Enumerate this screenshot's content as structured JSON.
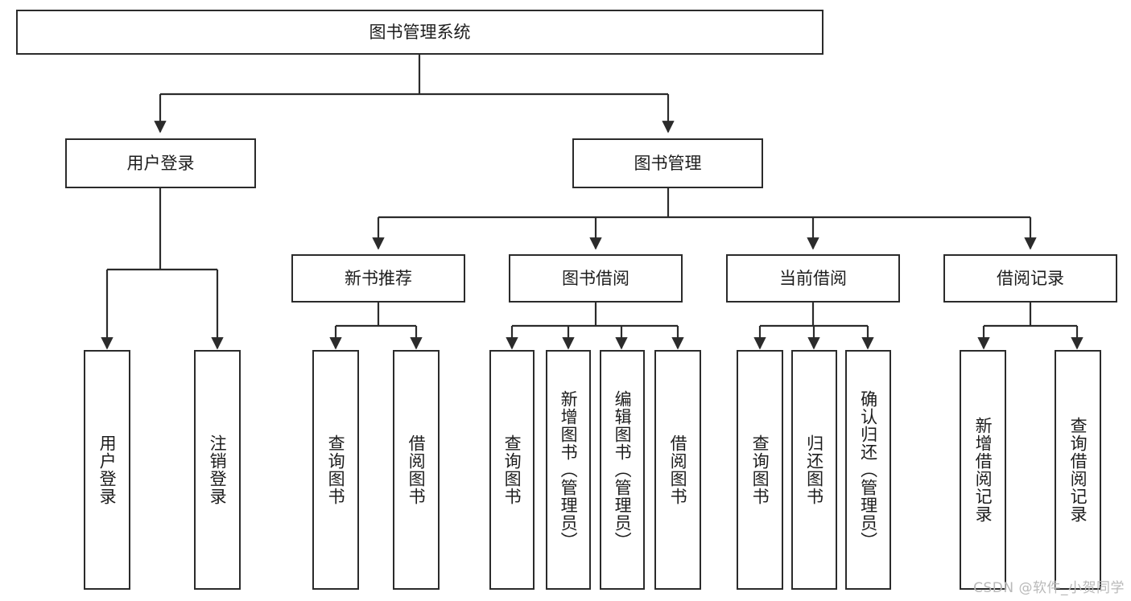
{
  "diagram": {
    "type": "tree-hierarchy",
    "title": "图书管理系统",
    "watermark": "CSDN @软件_小贺同学",
    "colors": {
      "stroke": "#2b2b2b",
      "fill": "#ffffff",
      "text": "#1d1d1d",
      "watermark": "#b9b9b9"
    },
    "nodes": {
      "root": {
        "label": "图书管理系统"
      },
      "level2": [
        {
          "id": "user-login",
          "label": "用户登录"
        },
        {
          "id": "book-manage",
          "label": "图书管理"
        }
      ],
      "level3": [
        {
          "id": "new-book-recommend",
          "label": "新书推荐"
        },
        {
          "id": "book-borrow",
          "label": "图书借阅"
        },
        {
          "id": "current-borrow",
          "label": "当前借阅"
        },
        {
          "id": "borrow-record",
          "label": "借阅记录"
        }
      ],
      "leaves": {
        "user-login": [
          {
            "id": "leaf-user-login",
            "label": "用户登录"
          },
          {
            "id": "leaf-logout-login",
            "label": "注销登录"
          }
        ],
        "new-book-recommend": [
          {
            "id": "leaf-query-book-1",
            "label": "查询图书"
          },
          {
            "id": "leaf-borrow-book-1",
            "label": "借阅图书"
          }
        ],
        "book-borrow": [
          {
            "id": "leaf-query-book-2",
            "label": "查询图书"
          },
          {
            "id": "leaf-add-book",
            "label": "新增图书（管理员）"
          },
          {
            "id": "leaf-edit-book",
            "label": "编辑图书（管理员）"
          },
          {
            "id": "leaf-borrow-book-2",
            "label": "借阅图书"
          }
        ],
        "current-borrow": [
          {
            "id": "leaf-query-book-3",
            "label": "查询图书"
          },
          {
            "id": "leaf-return-book",
            "label": "归还图书"
          },
          {
            "id": "leaf-confirm-return",
            "label": "确认归还（管理员）"
          }
        ],
        "borrow-record": [
          {
            "id": "leaf-add-record",
            "label": "新增借阅记录"
          },
          {
            "id": "leaf-query-record",
            "label": "查询借阅记录"
          }
        ]
      }
    }
  }
}
